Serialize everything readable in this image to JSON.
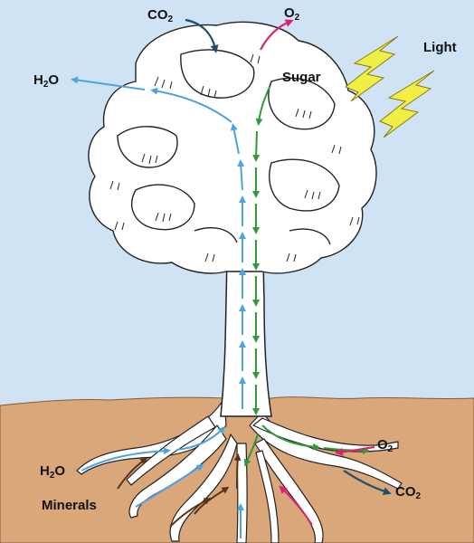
{
  "labels": {
    "co2_top": {
      "main": "CO",
      "sub": "2"
    },
    "o2_top": {
      "main": "O",
      "sub": "2"
    },
    "light": "Light",
    "h2o_top": {
      "main": "H",
      "sub": "2",
      "tail": "O"
    },
    "sugar": "Sugar",
    "o2_root": {
      "main": "O",
      "sub": "2"
    },
    "h2o_root": {
      "main": "H",
      "sub": "2",
      "tail": "O"
    },
    "minerals": "Minerals",
    "co2_root": {
      "main": "CO",
      "sub": "2"
    }
  },
  "colors": {
    "sky": "#cfe3f4",
    "soil": "#d9a77a",
    "water_arrow": "#4da3e0",
    "sugar_arrow": "#2f9a3a",
    "oxygen_arrow": "#d8246e",
    "co2_arrow": "#1d4f6e",
    "minerals_arrow": "#5a3418",
    "light_bolt": "#f1ef45"
  }
}
